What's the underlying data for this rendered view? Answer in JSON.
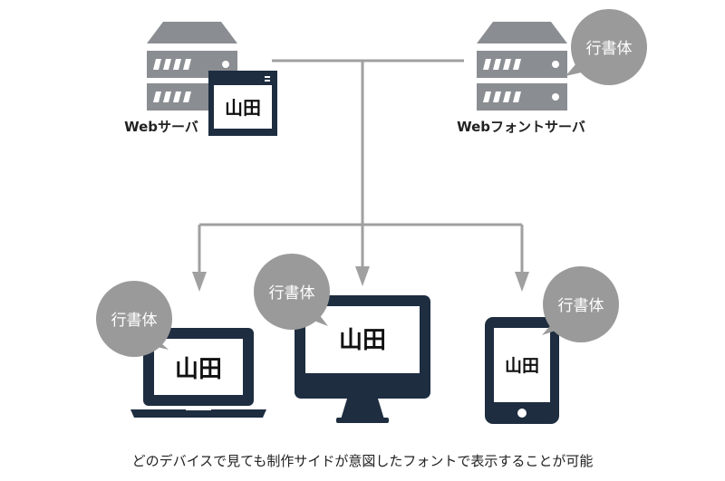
{
  "colors": {
    "server": "#8a8d91",
    "device": "#1e2d40",
    "bubble": "#9a9a9a",
    "connector": "#a0a0a0",
    "screen": "#ffffff"
  },
  "servers": {
    "web_server_label": "Webサーバ",
    "font_server_label": "Webフォントサーバ",
    "web_window_text": "山田",
    "font_server_bubble": "行書体"
  },
  "devices": {
    "laptop": {
      "bubble": "行書体",
      "screen_text": "山田"
    },
    "monitor": {
      "bubble": "行書体",
      "screen_text": "山田"
    },
    "tablet": {
      "bubble": "行書体",
      "screen_text": "山田"
    }
  },
  "caption": "どのデバイスで見ても制作サイドが意図したフォントで表示することが可能"
}
